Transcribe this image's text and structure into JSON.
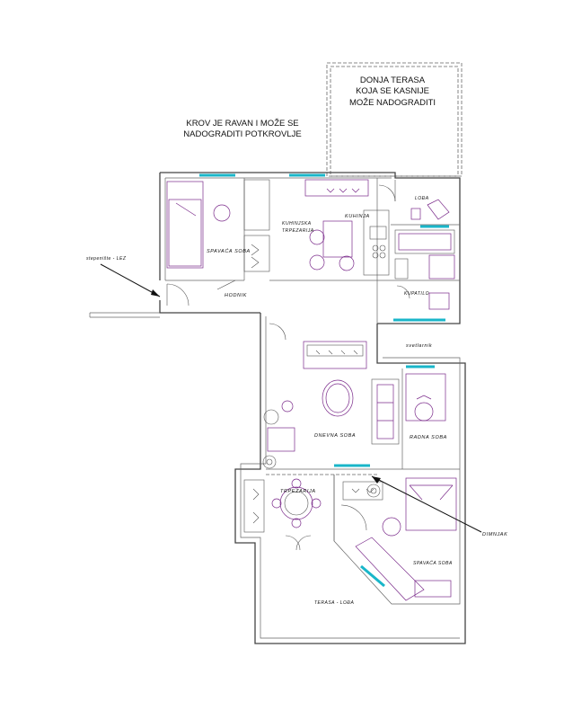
{
  "labels": {
    "terrace_line1": "DONJA TERASA",
    "terrace_line2": "KOJA SE KASNIJE",
    "terrace_line3": "MOŽE NADOGRADITI",
    "roof_line1": "KROV JE RAVAN I MOŽE SE",
    "roof_line2": "NADOGRADITI POTKROVLJE",
    "stairs": "stepenište - LEZ",
    "bedroom_top": "SPAVAĆA SOBA",
    "hallway": "HODNIK",
    "kitchen_dining_1": "KUHINJSKA",
    "kitchen_dining_2": "TRPEZARIJA",
    "kitchen": "KUHINJA",
    "loggia": "LOĐA",
    "bathroom": "KUPATILO",
    "light_shaft": "svetlarnik",
    "living_room": "DNEVNA SOBA",
    "office": "RADNA SOBA",
    "dining": "TRPEZARIJA",
    "chimney": "DIMNJAK",
    "bedroom_bottom": "SPAVAĆA SOBA",
    "terrace_loggia": "TERASA - LOĐA"
  },
  "colors": {
    "wall": "#444444",
    "furniture": "#7a2a8a",
    "window_glass": "#19b6c9"
  }
}
